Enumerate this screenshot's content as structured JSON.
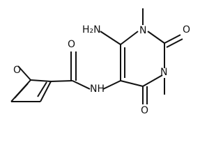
{
  "structure": {
    "atom_labels": {
      "furan_oxygen": "O",
      "amide_carbonyl_oxygen": "O",
      "amide_nh": "NH",
      "amino_group": "H₂N",
      "ring_n_top": "N",
      "ring_n_right": "N",
      "ring_carbonyl_top": "O",
      "ring_carbonyl_bottom": "O"
    }
  }
}
